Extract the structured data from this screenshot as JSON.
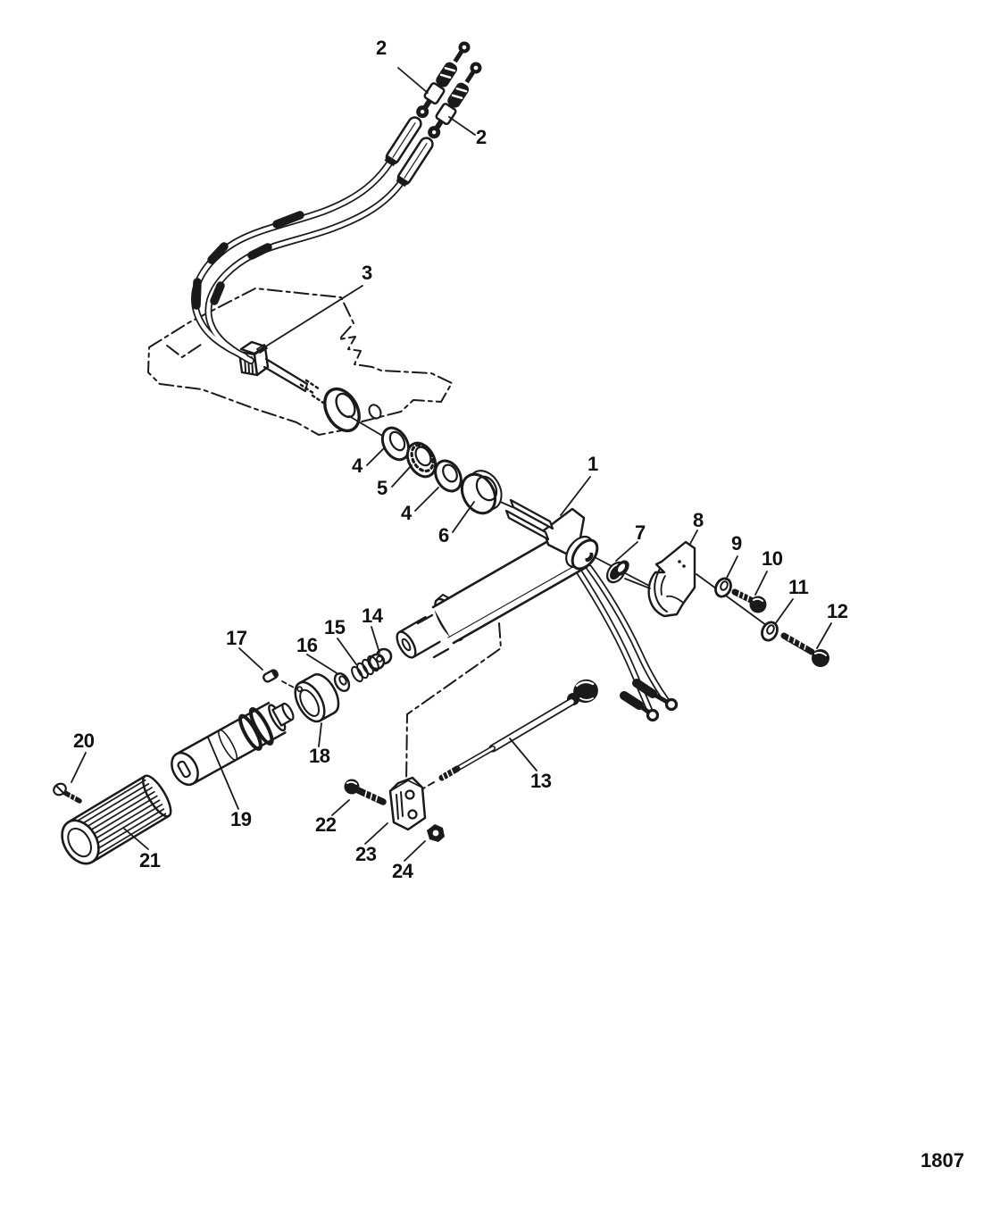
{
  "figure": {
    "title": "exploded-parts-diagram",
    "page_number": "1807",
    "colors": {
      "ink": "#1a1a1a",
      "background": "#ffffff"
    },
    "callouts": [
      {
        "id": "2a",
        "label": "2"
      },
      {
        "id": "2b",
        "label": "2"
      },
      {
        "id": "3",
        "label": "3"
      },
      {
        "id": "4a",
        "label": "4"
      },
      {
        "id": "5",
        "label": "5"
      },
      {
        "id": "4b",
        "label": "4"
      },
      {
        "id": "6",
        "label": "6"
      },
      {
        "id": "1",
        "label": "1"
      },
      {
        "id": "7",
        "label": "7"
      },
      {
        "id": "8",
        "label": "8"
      },
      {
        "id": "9",
        "label": "9"
      },
      {
        "id": "10",
        "label": "10"
      },
      {
        "id": "11",
        "label": "11"
      },
      {
        "id": "12",
        "label": "12"
      },
      {
        "id": "13",
        "label": "13"
      },
      {
        "id": "14",
        "label": "14"
      },
      {
        "id": "15",
        "label": "15"
      },
      {
        "id": "16",
        "label": "16"
      },
      {
        "id": "17",
        "label": "17"
      },
      {
        "id": "18",
        "label": "18"
      },
      {
        "id": "19",
        "label": "19"
      },
      {
        "id": "20",
        "label": "20"
      },
      {
        "id": "21",
        "label": "21"
      },
      {
        "id": "22",
        "label": "22"
      },
      {
        "id": "23",
        "label": "23"
      },
      {
        "id": "24",
        "label": "24"
      }
    ]
  }
}
